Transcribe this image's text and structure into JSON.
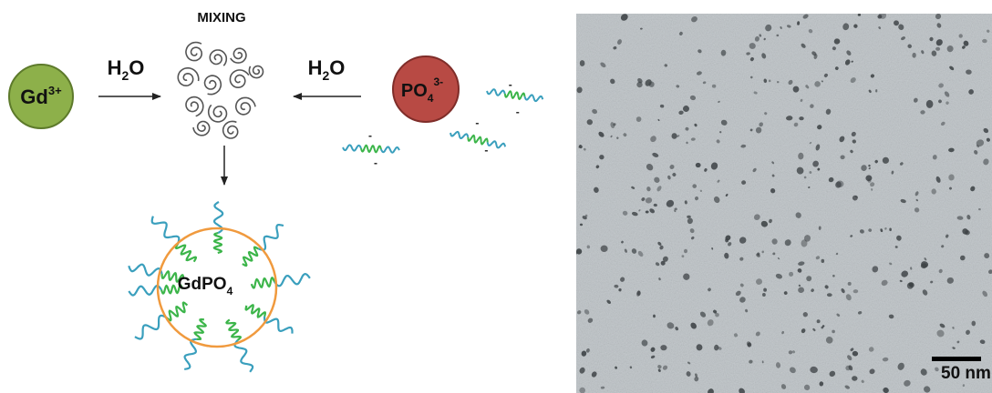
{
  "scheme": {
    "mixing_label": "MIXING",
    "water_left": {
      "main": "H",
      "sub": "2",
      "tail": "O"
    },
    "water_right": {
      "main": "H",
      "sub": "2",
      "tail": "O"
    },
    "gd_ion": {
      "main": "Gd",
      "sup": "3+",
      "color": "#8db04a"
    },
    "phosphate_ion": {
      "main": "PO",
      "sub": "4",
      "sup": "3-",
      "color": "#b84a44"
    },
    "nanoparticle": {
      "main": "GdPO",
      "sub": "4",
      "ring_color": "#f09a3e"
    },
    "ligand_colors": {
      "tail": "#3a9fbd",
      "head": "#3cb54a"
    },
    "charge_sign": "-"
  },
  "tem_image": {
    "scale_bar_label": "50 nm"
  }
}
